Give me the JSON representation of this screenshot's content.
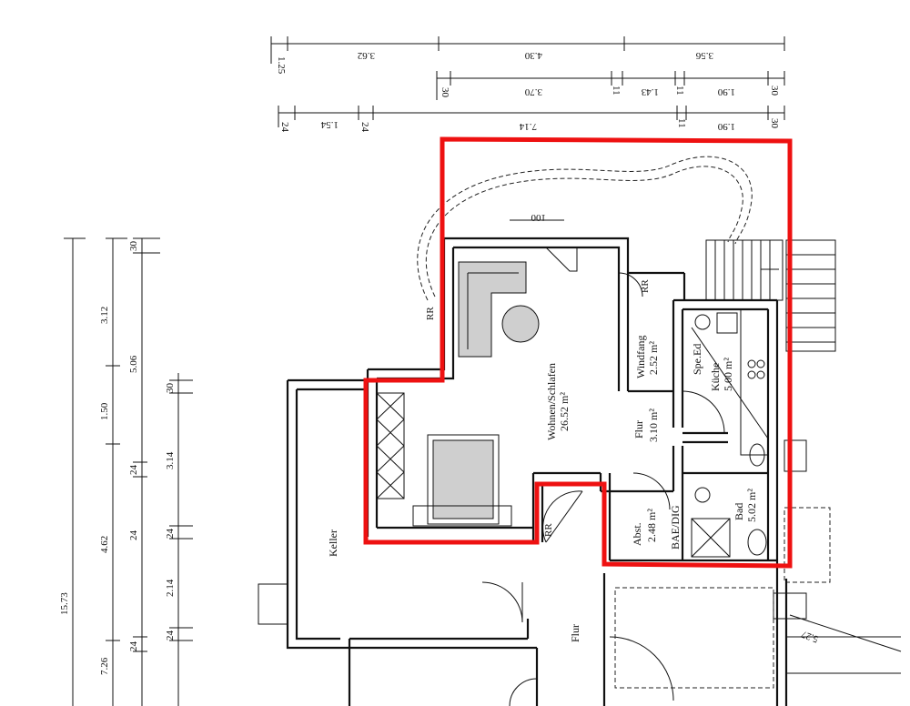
{
  "dimensions": {
    "top_row1": [
      "1.25",
      "3.62",
      "4.30",
      "3.56"
    ],
    "top_row2": [
      "30",
      "3.70",
      "11",
      "1.43",
      "11",
      "1.90",
      "30"
    ],
    "top_row3": [
      "24",
      "1.54",
      "24",
      "7.14",
      "11",
      "1.90",
      "30"
    ],
    "left_col1": [
      "15.73"
    ],
    "left_col2": [
      "3.12",
      "1.50",
      "4.62",
      "7.26"
    ],
    "left_col3": [
      "30",
      "5.06",
      "24",
      "24",
      "24"
    ],
    "left_col4": [
      "30",
      "3.14",
      "24",
      "2.14",
      "24"
    ]
  },
  "rooms": {
    "wohnen": {
      "name": "Wohnen/Schlafen",
      "area": "26.52 m²"
    },
    "windfang": {
      "name": "Windfang",
      "area": "2.52 m²"
    },
    "flur_upper": {
      "name": "Flur",
      "area": "3.10 m²"
    },
    "kueche": {
      "name": "Küche",
      "area": "5.00 m²"
    },
    "speis": {
      "name": "Spe.Ed"
    },
    "abst": {
      "name": "Abst.",
      "area": "2.48 m²"
    },
    "bad": {
      "name": "Bad",
      "area": "5.02 m²"
    },
    "keller": {
      "name": "Keller"
    },
    "flur_lower": {
      "name": "Flur"
    }
  },
  "annotations": {
    "window_top": "100",
    "rr_left": "RR",
    "rr_mid": "RR",
    "rr_lower": "RR",
    "baedig": "BAE/DIG",
    "stair_lower": "5.27"
  },
  "highlight": {
    "color": "#ee1111"
  }
}
